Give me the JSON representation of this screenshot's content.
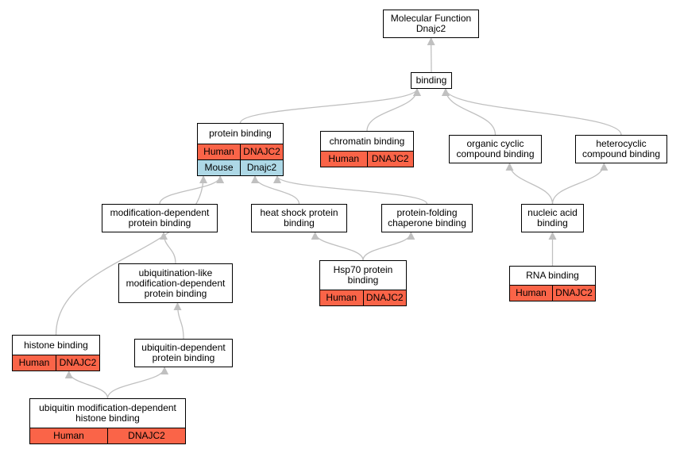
{
  "colors": {
    "human": "#fa6448",
    "mouse": "#add8e6",
    "edge": "#c0c0c0"
  },
  "nodes": {
    "mf": {
      "title": "Molecular Function\nDnajc2",
      "rows": []
    },
    "binding": {
      "title": "binding",
      "rows": []
    },
    "protein_binding": {
      "title": "protein binding",
      "rows": [
        {
          "species": "Human",
          "gene": "DNAJC2"
        },
        {
          "species": "Mouse",
          "gene": "Dnajc2"
        }
      ]
    },
    "chromatin_binding": {
      "title": "chromatin binding",
      "rows": [
        {
          "species": "Human",
          "gene": "DNAJC2"
        }
      ]
    },
    "organic_cyclic": {
      "title": "organic cyclic\ncompound binding",
      "rows": []
    },
    "heterocyclic": {
      "title": "heterocyclic\ncompound binding",
      "rows": []
    },
    "mod_dependent": {
      "title": "modification-dependent\nprotein binding",
      "rows": []
    },
    "heat_shock": {
      "title": "heat shock protein\nbinding",
      "rows": []
    },
    "chaperone": {
      "title": "protein-folding\nchaperone binding",
      "rows": []
    },
    "nucleic_acid": {
      "title": "nucleic acid\nbinding",
      "rows": []
    },
    "ubl_mod": {
      "title": "ubiquitination-like\nmodification-dependent\nprotein binding",
      "rows": []
    },
    "hsp70": {
      "title": "Hsp70 protein\nbinding",
      "rows": [
        {
          "species": "Human",
          "gene": "DNAJC2"
        }
      ]
    },
    "rna_binding": {
      "title": "RNA binding",
      "rows": [
        {
          "species": "Human",
          "gene": "DNAJC2"
        }
      ]
    },
    "histone_binding": {
      "title": "histone binding",
      "rows": [
        {
          "species": "Human",
          "gene": "DNAJC2"
        }
      ]
    },
    "ub_dependent": {
      "title": "ubiquitin-dependent\nprotein binding",
      "rows": []
    },
    "ub_histone": {
      "title": "ubiquitin modification-dependent\nhistone binding",
      "rows": [
        {
          "species": "Human",
          "gene": "DNAJC2"
        }
      ]
    }
  },
  "edges": [
    {
      "from": "binding",
      "to": "mf"
    },
    {
      "from": "protein_binding",
      "to": "binding"
    },
    {
      "from": "chromatin_binding",
      "to": "binding"
    },
    {
      "from": "organic_cyclic",
      "to": "binding"
    },
    {
      "from": "heterocyclic",
      "to": "binding"
    },
    {
      "from": "mod_dependent",
      "to": "protein_binding"
    },
    {
      "from": "heat_shock",
      "to": "protein_binding"
    },
    {
      "from": "chaperone",
      "to": "protein_binding"
    },
    {
      "from": "histone_binding",
      "to": "protein_binding"
    },
    {
      "from": "nucleic_acid",
      "to": "organic_cyclic"
    },
    {
      "from": "nucleic_acid",
      "to": "heterocyclic"
    },
    {
      "from": "ubl_mod",
      "to": "mod_dependent"
    },
    {
      "from": "hsp70",
      "to": "heat_shock"
    },
    {
      "from": "hsp70",
      "to": "chaperone"
    },
    {
      "from": "rna_binding",
      "to": "nucleic_acid"
    },
    {
      "from": "ub_dependent",
      "to": "ubl_mod"
    },
    {
      "from": "ub_histone",
      "to": "histone_binding"
    },
    {
      "from": "ub_histone",
      "to": "ub_dependent"
    }
  ]
}
